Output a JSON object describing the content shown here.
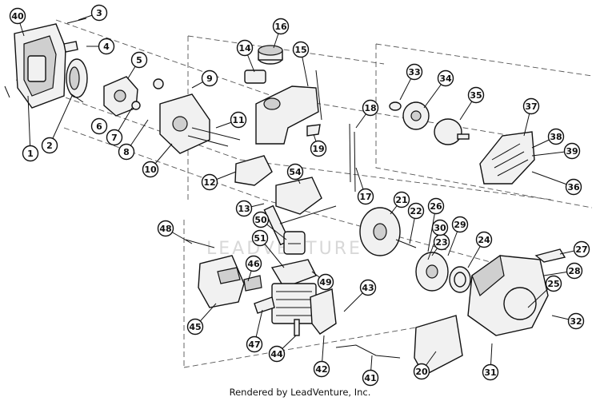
{
  "diagram": {
    "credit": "Rendered by LeadVenture, Inc.",
    "watermark": "LEADVENTURE",
    "callouts": [
      "1",
      "2",
      "3",
      "4",
      "5",
      "6",
      "7",
      "8",
      "9",
      "10",
      "11",
      "12",
      "13",
      "14",
      "15",
      "16",
      "17",
      "18",
      "19",
      "20",
      "21",
      "22",
      "23",
      "24",
      "25",
      "26",
      "27",
      "28",
      "29",
      "30",
      "31",
      "32",
      "33",
      "34",
      "35",
      "36",
      "37",
      "38",
      "39",
      "40",
      "41",
      "42",
      "43",
      "44",
      "45",
      "46",
      "47",
      "48",
      "49",
      "50",
      "51",
      "54"
    ]
  }
}
